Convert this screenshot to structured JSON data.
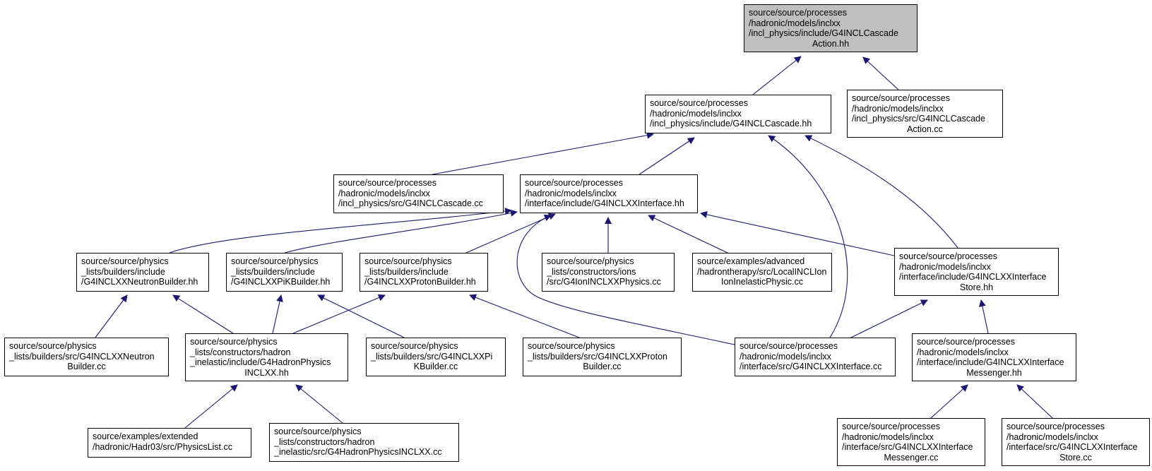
{
  "colors": {
    "edge": "#191970",
    "focus_fill": "#bfbfbf",
    "node_fill": "#ffffff",
    "border": "#000000"
  },
  "nodes": [
    {
      "id": "cascade_action_hh",
      "focus": true,
      "lines": [
        "source/source/processes",
        "/hadronic/models/inclxx",
        "/incl_physics/include/G4INCLCascade",
        "Action.hh"
      ]
    },
    {
      "id": "cascade_hh",
      "lines": [
        "source/source/processes",
        "/hadronic/models/inclxx",
        "/incl_physics/include/G4INCLCascade.hh"
      ]
    },
    {
      "id": "cascade_action_cc",
      "lines": [
        "source/source/processes",
        "/hadronic/models/inclxx",
        "/incl_physics/src/G4INCLCascade",
        "Action.cc"
      ]
    },
    {
      "id": "cascade_cc",
      "lines": [
        "source/source/processes",
        "/hadronic/models/inclxx",
        "/incl_physics/src/G4INCLCascade.cc"
      ]
    },
    {
      "id": "interface_hh",
      "lines": [
        "source/source/processes",
        "/hadronic/models/inclxx",
        "/interface/include/G4INCLXXInterface.hh"
      ]
    },
    {
      "id": "neutron_builder_hh",
      "lines": [
        "source/source/physics",
        "_lists/builders/include",
        "/G4INCLXXNeutronBuilder.hh"
      ]
    },
    {
      "id": "pik_builder_hh",
      "lines": [
        "source/source/physics",
        "_lists/builders/include",
        "/G4INCLXXPiKBuilder.hh"
      ]
    },
    {
      "id": "proton_builder_hh",
      "lines": [
        "source/source/physics",
        "_lists/builders/include",
        "/G4INCLXXProtonBuilder.hh"
      ]
    },
    {
      "id": "ion_physics_cc",
      "lines": [
        "source/source/physics",
        "_lists/constructors/ions",
        "/src/G4IonINCLXXPhysics.cc"
      ]
    },
    {
      "id": "local_incl_cc",
      "lines": [
        "source/examples/advanced",
        "/hadrontherapy/src/LocalINCLIon",
        "IonInelasticPhysic.cc"
      ]
    },
    {
      "id": "interface_store_hh",
      "lines": [
        "source/source/processes",
        "/hadronic/models/inclxx",
        "/interface/include/G4INCLXXInterface",
        "Store.hh"
      ]
    },
    {
      "id": "neutron_builder_cc",
      "lines": [
        "source/source/physics",
        "_lists/builders/src/G4INCLXXNeutron",
        "Builder.cc"
      ]
    },
    {
      "id": "hadron_physics_hh",
      "lines": [
        "source/source/physics",
        "_lists/constructors/hadron",
        "_inelastic/include/G4HadronPhysics",
        "INCLXX.hh"
      ]
    },
    {
      "id": "pik_builder_cc",
      "lines": [
        "source/source/physics",
        "_lists/builders/src/G4INCLXXPi",
        "KBuilder.cc"
      ]
    },
    {
      "id": "proton_builder_cc",
      "lines": [
        "source/source/physics",
        "_lists/builders/src/G4INCLXXProton",
        "Builder.cc"
      ]
    },
    {
      "id": "interface_cc",
      "lines": [
        "source/source/processes",
        "/hadronic/models/inclxx",
        "/interface/src/G4INCLXXInterface.cc"
      ]
    },
    {
      "id": "interface_messenger_hh",
      "lines": [
        "source/source/processes",
        "/hadronic/models/inclxx",
        "/interface/include/G4INCLXXInterface",
        "Messenger.hh"
      ]
    },
    {
      "id": "physics_list_cc",
      "lines": [
        "source/examples/extended",
        "/hadronic/Hadr03/src/PhysicsList.cc"
      ]
    },
    {
      "id": "hadron_physics_cc",
      "lines": [
        "source/source/physics",
        "_lists/constructors/hadron",
        "_inelastic/src/G4HadronPhysicsINCLXX.cc"
      ]
    },
    {
      "id": "interface_messenger_cc",
      "lines": [
        "source/source/processes",
        "/hadronic/models/inclxx",
        "/interface/src/G4INCLXXInterface",
        "Messenger.cc"
      ]
    },
    {
      "id": "interface_store_cc",
      "lines": [
        "source/source/processes",
        "/hadronic/models/inclxx",
        "/interface/src/G4INCLXXInterface",
        "Store.cc"
      ]
    }
  ],
  "edges": [
    {
      "from": "cascade_hh",
      "to": "cascade_action_hh"
    },
    {
      "from": "cascade_action_cc",
      "to": "cascade_action_hh"
    },
    {
      "from": "cascade_cc",
      "to": "cascade_hh"
    },
    {
      "from": "interface_hh",
      "to": "cascade_hh"
    },
    {
      "from": "interface_cc",
      "to": "cascade_hh"
    },
    {
      "from": "interface_store_hh",
      "to": "cascade_hh"
    },
    {
      "from": "neutron_builder_hh",
      "to": "interface_hh"
    },
    {
      "from": "pik_builder_hh",
      "to": "interface_hh"
    },
    {
      "from": "proton_builder_hh",
      "to": "interface_hh"
    },
    {
      "from": "interface_cc",
      "to": "interface_hh"
    },
    {
      "from": "ion_physics_cc",
      "to": "interface_hh"
    },
    {
      "from": "local_incl_cc",
      "to": "interface_hh"
    },
    {
      "from": "interface_store_hh",
      "to": "interface_hh"
    },
    {
      "from": "neutron_builder_cc",
      "to": "neutron_builder_hh"
    },
    {
      "from": "hadron_physics_hh",
      "to": "neutron_builder_hh"
    },
    {
      "from": "hadron_physics_hh",
      "to": "pik_builder_hh"
    },
    {
      "from": "pik_builder_cc",
      "to": "pik_builder_hh"
    },
    {
      "from": "hadron_physics_hh",
      "to": "proton_builder_hh"
    },
    {
      "from": "proton_builder_cc",
      "to": "proton_builder_hh"
    },
    {
      "from": "interface_cc",
      "to": "interface_store_hh"
    },
    {
      "from": "interface_messenger_hh",
      "to": "interface_store_hh"
    },
    {
      "from": "physics_list_cc",
      "to": "hadron_physics_hh"
    },
    {
      "from": "hadron_physics_cc",
      "to": "hadron_physics_hh"
    },
    {
      "from": "interface_messenger_cc",
      "to": "interface_messenger_hh"
    },
    {
      "from": "interface_store_cc",
      "to": "interface_messenger_hh"
    }
  ]
}
